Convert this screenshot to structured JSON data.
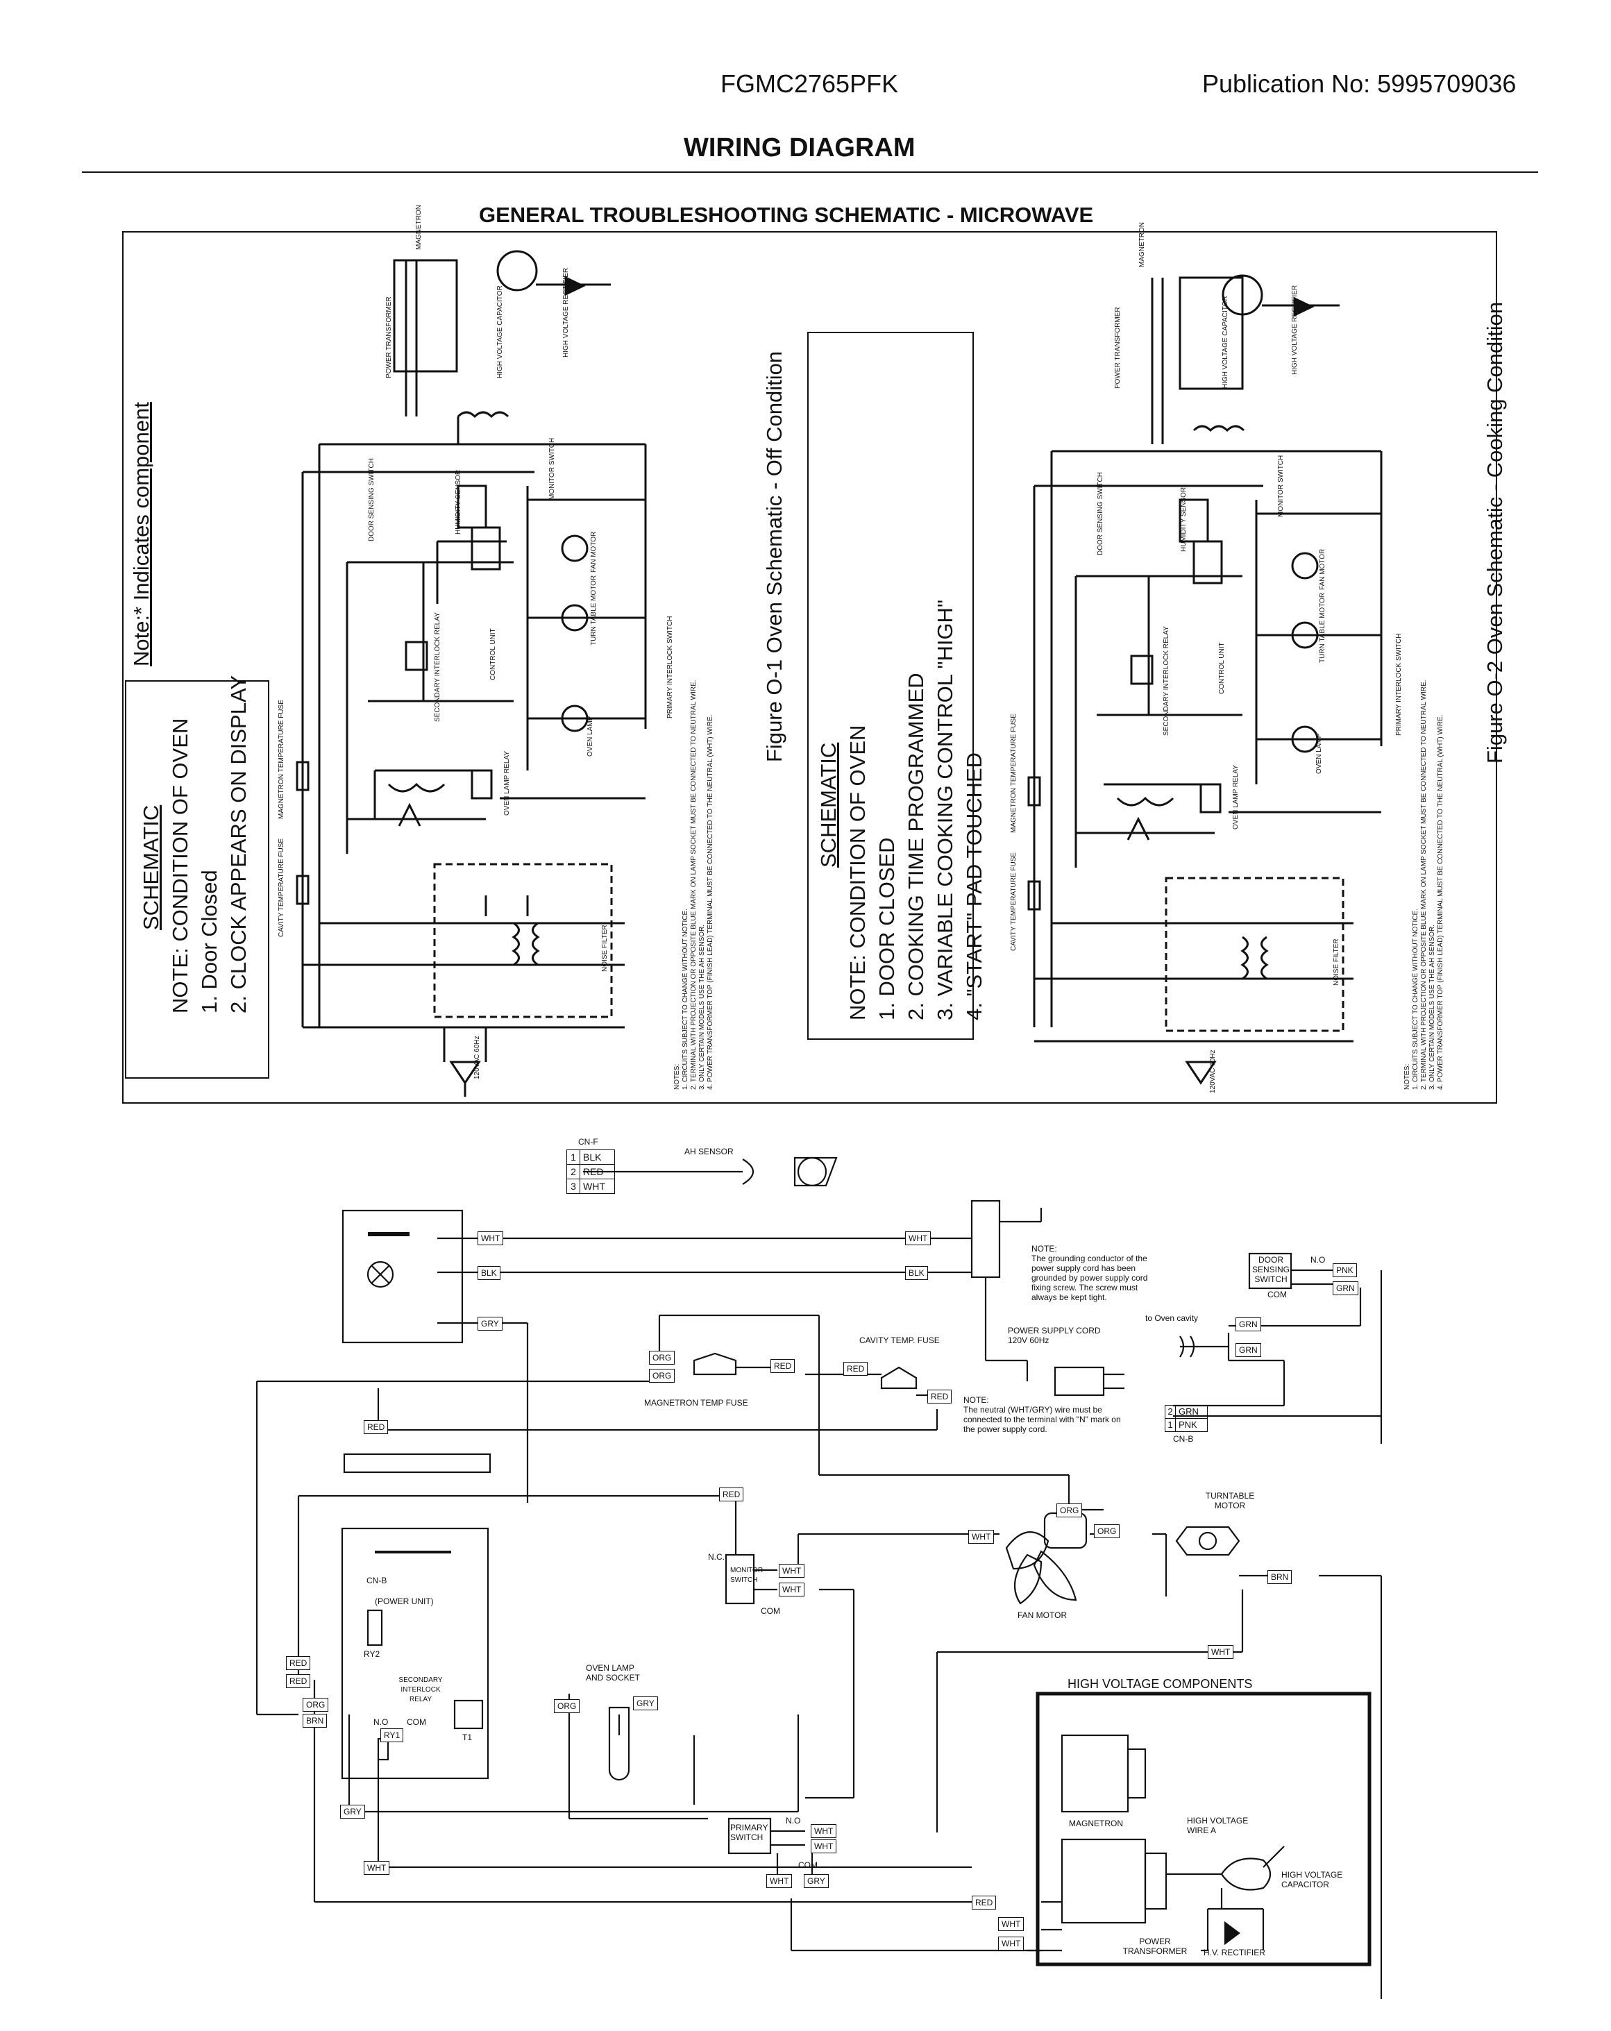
{
  "header": {
    "model": "FGMC2765PFK",
    "publication": "Publication No:  5995709036",
    "title": "WIRING DIAGRAM",
    "schematic_title": "GENERAL TROUBLESHOOTING SCHEMATIC - MICROWAVE"
  },
  "left_schematic": {
    "note_component": "Note:* Indicates component",
    "box_lines": [
      "SCHEMATIC",
      "NOTE: CONDITION OF OVEN",
      "1. Door Closed",
      "2. CLOCK APPEARS ON DISPLAY"
    ],
    "figure_caption": "Figure O-1 Oven Schematic - Off  Condition",
    "labels": [
      "MAGNETRON",
      "POWER TRANSFORMER",
      "HIGH VOLTAGE CAPACITOR",
      "HIGH VOLTAGE RECTIFIER",
      "MONITOR SWITCH",
      "DOOR SENSING SWITCH",
      "HUMIDITY SENSOR",
      "FAN MOTOR",
      "TURN TABLE MOTOR",
      "SECONDARY INTERLOCK RELAY",
      "CONTROL UNIT",
      "OVEN LAMP",
      "PRIMARY INTERLOCK SWITCH",
      "OVEN LAMP RELAY",
      "MAGNETRON TEMPERATURE FUSE",
      "CAVITY TEMPERATURE FUSE",
      "NOISE FILTER",
      "120VAC 60Hz"
    ],
    "notes": [
      "NOTES:",
      "1. CIRCUITS SUBJECT TO CHANGE WITHOUT NOTICE.",
      "2. TERMINAL WITH PROJECTION OR OPPOSITE BLUE MARK ON LAMP SOCKET MUST BE CONNECTED TO NEUTRAL WIRE.",
      "3. ONLY CERTAIN MODELS USE THE AH SENSOR.",
      "4. POWER TRANSFORMER TOP (FINISH LEAD) TERMINAL MUST BE CONNECTED TO THE NEUTRAL (WHT) WIRE."
    ]
  },
  "right_schematic": {
    "box_lines": [
      "SCHEMATIC",
      "NOTE: CONDITION OF OVEN",
      "1. DOOR CLOSED",
      "2. COOKING TIME PROGRAMMED",
      "3. VARIABLE COOKING CONTROL \"HIGH\"",
      "4. \"START\" PAD TOUCHED"
    ],
    "figure_caption": "Figure O-2 Oven Schematic - Cooking Condition"
  },
  "wiring": {
    "cnf_label": "CN-F",
    "cnf_pins": [
      {
        "n": "1",
        "c": "BLK"
      },
      {
        "n": "2",
        "c": "RED"
      },
      {
        "n": "3",
        "c": "WHT"
      }
    ],
    "ah_sensor": "AH SENSOR",
    "grounding_note": "NOTE:\nThe grounding conductor of the power supply cord has been grounded by power supply cord fixing screw. The screw must always be kept tight.",
    "power_cord": "POWER SUPPLY CORD 120V 60Hz",
    "neutral_note": "NOTE:\nThe neutral (WHT/GRY) wire must be connected to the terminal with \"N\" mark on the power supply cord.",
    "cavity_fuse": "CAVITY TEMP. FUSE",
    "magnetron_fuse": "MAGNETRON TEMP FUSE",
    "door_switch": "DOOR SENSING SWITCH",
    "no_label": "N.O",
    "com_label": "COM",
    "to_cavity": "to Oven cavity",
    "cnb_label": "CN-B",
    "cnb_pins": [
      {
        "n": "2",
        "c": "GRN"
      },
      {
        "n": "1",
        "c": "PNK"
      }
    ],
    "turntable": "TURNTABLE MOTOR",
    "fan_motor": "FAN MOTOR",
    "monitor_switch": "MONITOR SWITCH",
    "nc_label": "N.C.",
    "power_unit": "(POWER UNIT)",
    "cnb_unit": "CN-B",
    "ry2": "RY2",
    "secondary_relay": "SECONDARY INTERLOCK RELAY",
    "t1": "T1",
    "ry1": "RY1",
    "oven_lamp": "OVEN LAMP AND SOCKET",
    "primary_switch": "PRIMARY SWITCH",
    "hv_title": "HIGH VOLTAGE COMPONENTS",
    "magnetron": "MAGNETRON",
    "hv_wire": "HIGH VOLTAGE WIRE A",
    "hv_cap": "HIGH VOLTAGE CAPACITOR",
    "hv_rect": "H.V. RECTIFIER",
    "power_transformer": "POWER TRANSFORMER",
    "tags": [
      "WHT",
      "BLK",
      "GRY",
      "WHT",
      "BLK",
      "ORG",
      "ORG",
      "RED",
      "RED",
      "RED",
      "RED",
      "PNK",
      "GRN",
      "GRN",
      "GRN",
      "RED",
      "ORG",
      "ORG",
      "WHT",
      "BRN",
      "WHT",
      "WHT",
      "WHT",
      "RED",
      "RED",
      "ORG",
      "BRN",
      "GRY",
      "ORG",
      "GRY",
      "WHT",
      "WHT",
      "WHT",
      "GRY",
      "WHT",
      "RED",
      "WHT",
      "WHT"
    ]
  },
  "colors": {
    "ink": "#111111",
    "paper": "#ffffff"
  }
}
